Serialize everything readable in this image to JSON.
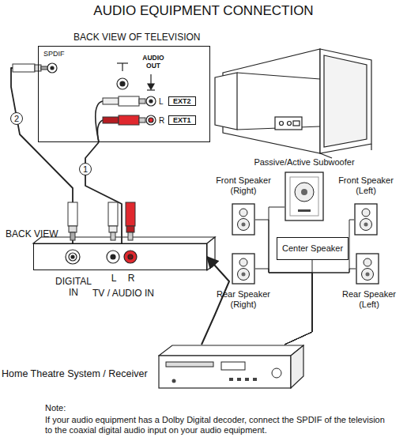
{
  "diagram": {
    "title": "AUDIO EQUIPMENT CONNECTION",
    "nodes": [
      {
        "text": [
          "BACK VIEW OF TELEVISION",
          "SPDIF",
          "AUDIO OUT",
          "L",
          "R"
        ]
      },
      {
        "text": [
          "EXT2"
        ],
        "in": 0
      },
      {
        "text": [
          "EXT1"
        ],
        "in": 0
      },
      {
        "text": [
          "BACK VIEW",
          "DIGITAL IN",
          "L",
          "R",
          "TV / AUDIO IN"
        ]
      },
      {
        "text": [
          "Center Speaker"
        ]
      },
      {
        "text": [
          "Front Speaker (Right)"
        ]
      },
      {
        "text": [
          "Passive/Active Subwoofer"
        ]
      },
      {
        "text": [
          "Front Speaker (Left)"
        ]
      },
      {
        "text": [
          "Rear Speaker (Right)"
        ]
      },
      {
        "text": [
          "Rear Speaker (Left)"
        ]
      },
      {
        "text": [
          "Home Theatre System / Receiver"
        ]
      }
    ],
    "edges": [
      {
        "from": 0,
        "to": 3,
        "label": "1",
        "arrow": "none"
      },
      {
        "from": 0,
        "to": 3,
        "label": "2",
        "arrow": "none"
      },
      {
        "from": 10,
        "to": 3,
        "arrow": "to"
      },
      {
        "from": 5,
        "to": 10,
        "arrow": "none"
      },
      {
        "from": 6,
        "to": 10,
        "arrow": "none"
      },
      {
        "from": 7,
        "to": 10,
        "arrow": "none"
      },
      {
        "from": 4,
        "to": 10,
        "arrow": "none"
      },
      {
        "from": 8,
        "to": 10,
        "arrow": "none"
      },
      {
        "from": 9,
        "to": 10,
        "arrow": "none"
      }
    ],
    "labels": [
      "Note:",
      "If your audio equipment has a Dolby Digital decoder, connect the SPDIF of the television to the coaxial digital audio input on your audio equipment."
    ]
  }
}
